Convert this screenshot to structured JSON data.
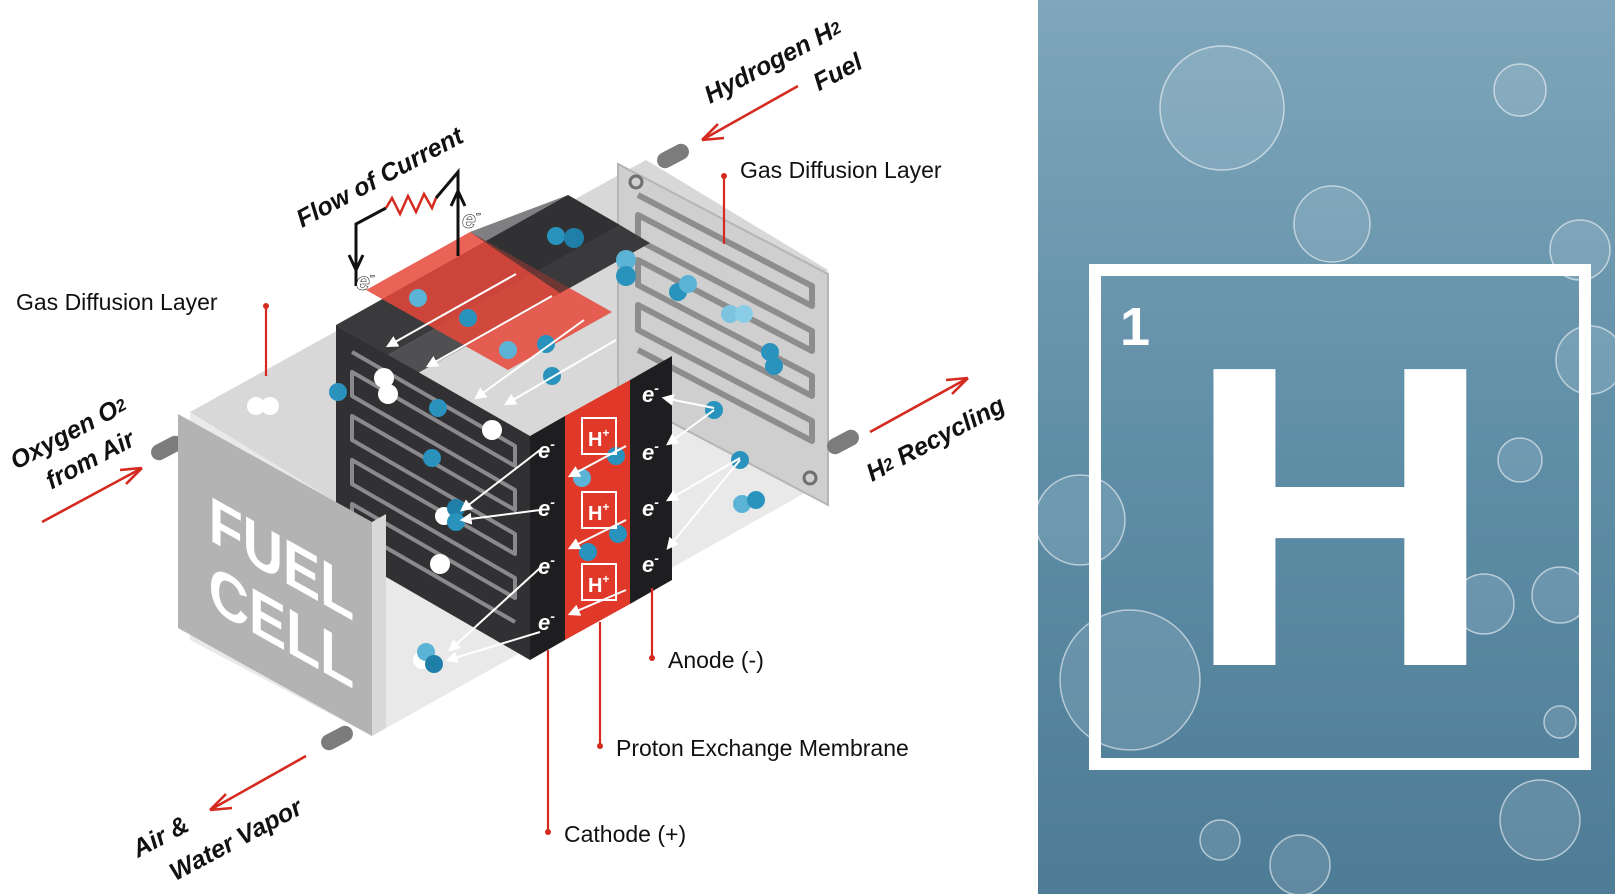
{
  "labels": {
    "hydrogen_line1": "Hydrogen H",
    "hydrogen_sub": "2",
    "hydrogen_line2": "Fuel",
    "flow_of_current": "Flow of Current",
    "gas_diffusion_right": "Gas Diffusion Layer",
    "gas_diffusion_left": "Gas Diffusion Layer",
    "oxygen_line1": "Oxygen O",
    "oxygen_sub": "2",
    "oxygen_line2": "from Air",
    "h2_recycling_h": "H",
    "h2_recycling_sub": "2",
    "h2_recycling_rest": " Recycling",
    "fuel": "FUEL",
    "cell": "CELL",
    "anode": "Anode (-)",
    "membrane": "Proton Exchange Membrane",
    "cathode": "Cathode (+)",
    "air_line1": "Air &",
    "air_line2": "Water Vapor",
    "electron": "e",
    "electron_sup": "-",
    "proton": "H",
    "proton_sup": "+"
  },
  "element_tile": {
    "atomic_number": "1",
    "symbol": "H"
  },
  "colors": {
    "accent_red": "#d42a1f",
    "membrane_red": "#e03a2a",
    "electrode_dark": "#2e2e30",
    "hydrogen_blue": "#2a93bd",
    "tile_background": "#5b8aa3"
  }
}
